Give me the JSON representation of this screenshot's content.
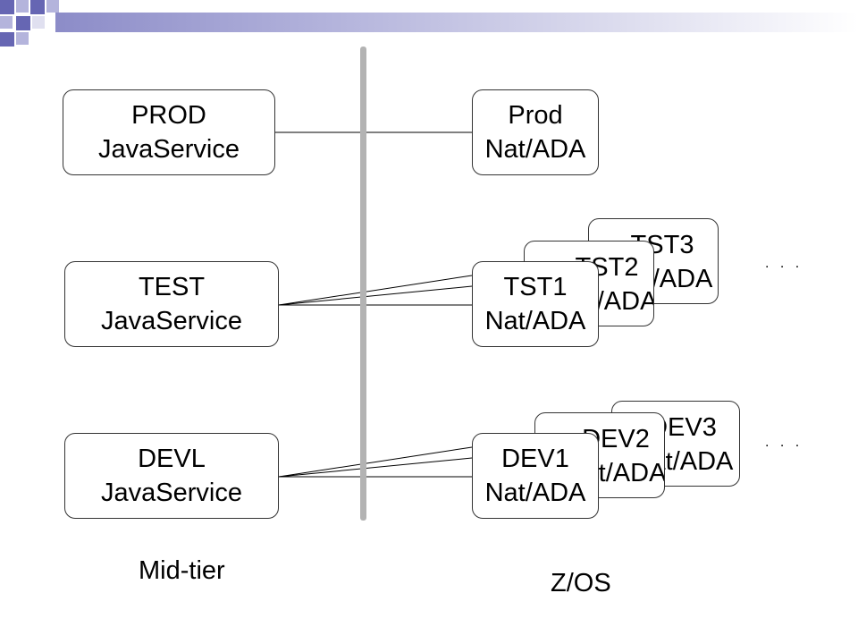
{
  "midtier": {
    "label": "Mid-tier",
    "boxes": [
      {
        "line1": "PROD",
        "line2": "JavaService"
      },
      {
        "line1": "TEST",
        "line2": "JavaService"
      },
      {
        "line1": "DEVL",
        "line2": "JavaService"
      }
    ]
  },
  "zos": {
    "label": "Z/OS",
    "prod": {
      "line1": "Prod",
      "line2": "Nat/ADA"
    },
    "test": [
      {
        "line1": "TST1",
        "line2": "Nat/ADA"
      },
      {
        "line1": "TST2",
        "line2": "Nat/ADA"
      },
      {
        "line1": "TST3",
        "line2": "Nat/ADA"
      }
    ],
    "dev": [
      {
        "line1": "DEV1",
        "line2": "Nat/ADA"
      },
      {
        "line1": "DEV2",
        "line2": "Nat/ADA"
      },
      {
        "line1": "DEV3",
        "line2": "Nat/ADA"
      }
    ],
    "more_test": ". . .",
    "more_dev": ". . ."
  },
  "colors": {
    "divider": "#b3b3b3",
    "header_dark": "#6666b3",
    "header_light": "#b4b4dc"
  }
}
